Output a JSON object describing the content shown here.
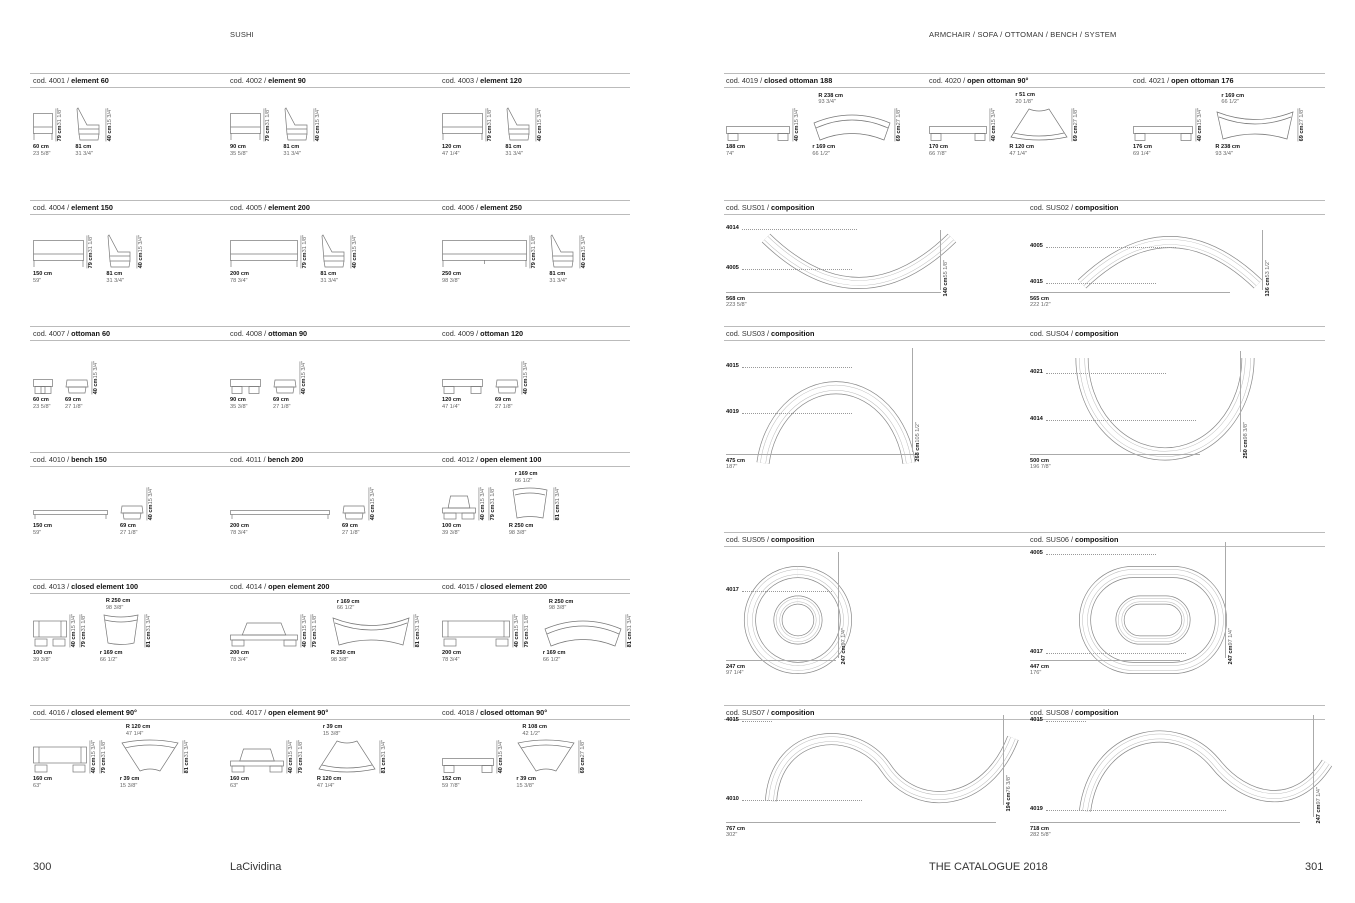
{
  "header": {
    "left": "SUSHI",
    "right": "ARMCHAIR / SOFA / OTTOMAN / BENCH / SYSTEM"
  },
  "footer": {
    "left_page": "300",
    "brand": "LaCividina",
    "catalogue": "THE CATALOGUE 2018",
    "right_page": "301"
  },
  "elements": [
    {
      "code": "cod. 4001 / ",
      "name": "element 60",
      "groups": [
        {
          "s": "front",
          "b": [
            "60 cm",
            "23 5/8\""
          ],
          "v": [
            [
              "79 cm",
              "31 1/8\""
            ]
          ]
        },
        {
          "s": "side",
          "b": [
            "81 cm",
            "31 3/4\""
          ],
          "v": [
            [
              "40 cm",
              "15 3/4\""
            ]
          ]
        }
      ]
    },
    {
      "code": "cod. 4002 / ",
      "name": "element 90",
      "groups": [
        {
          "s": "front",
          "b": [
            "90 cm",
            "35 5/8\""
          ],
          "v": [
            [
              "79 cm",
              "31 1/8\""
            ]
          ]
        },
        {
          "s": "side",
          "b": [
            "81 cm",
            "31 3/4\""
          ],
          "v": [
            [
              "40 cm",
              "15 3/4\""
            ]
          ]
        }
      ]
    },
    {
      "code": "cod. 4003 / ",
      "name": "element 120",
      "groups": [
        {
          "s": "front",
          "b": [
            "120 cm",
            "47 1/4\""
          ],
          "v": [
            [
              "79 cm",
              "31 1/8\""
            ]
          ]
        },
        {
          "s": "side",
          "b": [
            "81 cm",
            "31 3/4\""
          ],
          "v": [
            [
              "40 cm",
              "15 3/4\""
            ]
          ]
        }
      ]
    },
    {
      "code": "cod. 4004 / ",
      "name": "element 150",
      "groups": [
        {
          "s": "front",
          "b": [
            "150 cm",
            "59\""
          ],
          "v": [
            [
              "79 cm",
              "31 1/8\""
            ]
          ]
        },
        {
          "s": "side",
          "b": [
            "81 cm",
            "31 3/4\""
          ],
          "v": [
            [
              "40 cm",
              "15 3/4\""
            ]
          ]
        }
      ]
    },
    {
      "code": "cod. 4005 / ",
      "name": "element 200",
      "groups": [
        {
          "s": "front",
          "b": [
            "200 cm",
            "78 3/4\""
          ],
          "v": [
            [
              "79 cm",
              "31 1/8\""
            ]
          ]
        },
        {
          "s": "side",
          "b": [
            "81 cm",
            "31 3/4\""
          ],
          "v": [
            [
              "40 cm",
              "15 3/4\""
            ]
          ]
        }
      ]
    },
    {
      "code": "cod. 4006 / ",
      "name": "element 250",
      "groups": [
        {
          "s": "front",
          "b": [
            "250 cm",
            "98 3/8\""
          ],
          "v": [
            [
              "79 cm",
              "31 1/8\""
            ]
          ]
        },
        {
          "s": "side",
          "b": [
            "81 cm",
            "31 3/4\""
          ],
          "v": [
            [
              "40 cm",
              "15 3/4\""
            ]
          ]
        }
      ]
    },
    {
      "code": "cod. 4007 / ",
      "name": "ottoman 60",
      "groups": [
        {
          "s": "ottoman",
          "b": [
            "60 cm",
            "23 5/8\""
          ],
          "v": []
        },
        {
          "s": "ottoman-side",
          "b": [
            "69 cm",
            "27 1/8\""
          ],
          "v": [
            [
              "40 cm",
              "15 3/4\""
            ]
          ]
        }
      ]
    },
    {
      "code": "cod. 4008 / ",
      "name": "ottoman 90",
      "groups": [
        {
          "s": "ottoman",
          "b": [
            "90 cm",
            "35 3/8\""
          ],
          "v": []
        },
        {
          "s": "ottoman-side",
          "b": [
            "69 cm",
            "27 1/8\""
          ],
          "v": [
            [
              "40 cm",
              "15 3/4\""
            ]
          ]
        }
      ]
    },
    {
      "code": "cod. 4009 / ",
      "name": "ottoman 120",
      "groups": [
        {
          "s": "ottoman",
          "b": [
            "120 cm",
            "47 1/4\""
          ],
          "v": []
        },
        {
          "s": "ottoman-side",
          "b": [
            "69 cm",
            "27 1/8\""
          ],
          "v": [
            [
              "40 cm",
              "15 3/4\""
            ]
          ]
        }
      ]
    },
    {
      "code": "cod. 4010 / ",
      "name": "bench 150",
      "groups": [
        {
          "s": "bench",
          "b": [
            "150 cm",
            "59\""
          ],
          "v": []
        },
        {
          "s": "ottoman-side",
          "b": [
            "69 cm",
            "27 1/8\""
          ],
          "v": [
            [
              "40 cm",
              "15 3/4\""
            ]
          ]
        }
      ]
    },
    {
      "code": "cod. 4011 / ",
      "name": "bench 200",
      "groups": [
        {
          "s": "bench",
          "b": [
            "200 cm",
            "78 3/4\""
          ],
          "v": []
        },
        {
          "s": "ottoman-side",
          "b": [
            "69 cm",
            "27 1/8\""
          ],
          "v": [
            [
              "40 cm",
              "15 3/4\""
            ]
          ]
        }
      ]
    },
    {
      "code": "cod. 4012 / ",
      "name": "open element 100",
      "groups": [
        {
          "s": "open-front",
          "b": [
            "100 cm",
            "39 3/8\""
          ],
          "v": [
            [
              "40 cm",
              "15 3/4\""
            ],
            [
              "79 cm",
              "31 1/8\""
            ]
          ]
        },
        {
          "s": "curve-open",
          "t": [
            "r 169 cm",
            "66 1/2\""
          ],
          "b": [
            "R 250 cm",
            "98 3/8\""
          ],
          "v": [
            [
              "81 cm",
              "31 3/4\""
            ]
          ]
        }
      ]
    },
    {
      "code": "cod. 4013 / ",
      "name": "closed element 100",
      "groups": [
        {
          "s": "closed-front",
          "b": [
            "100 cm",
            "39 3/8\""
          ],
          "v": [
            [
              "40 cm",
              "15 3/4\""
            ],
            [
              "79 cm",
              "31 1/8\""
            ]
          ]
        },
        {
          "s": "curve-closed",
          "t": [
            "R 250 cm",
            "98 3/8\""
          ],
          "b": [
            "r 169 cm",
            "66 1/2\""
          ],
          "v": [
            [
              "81 cm",
              "31 3/4\""
            ]
          ]
        }
      ]
    },
    {
      "code": "cod. 4014 / ",
      "name": "open element 200",
      "groups": [
        {
          "s": "open-front",
          "b": [
            "200 cm",
            "78 3/4\""
          ],
          "v": [
            [
              "40 cm",
              "15 3/4\""
            ],
            [
              "79 cm",
              "31 1/8\""
            ]
          ]
        },
        {
          "s": "curve-wide",
          "t": [
            "r 169 cm",
            "66 1/2\""
          ],
          "b": [
            "R 250 cm",
            "98 3/8\""
          ],
          "v": [
            [
              "81 cm",
              "31 3/4\""
            ]
          ]
        }
      ]
    },
    {
      "code": "cod. 4015 / ",
      "name": "closed element 200",
      "groups": [
        {
          "s": "closed-front",
          "b": [
            "200 cm",
            "78 3/4\""
          ],
          "v": [
            [
              "40 cm",
              "15 3/4\""
            ],
            [
              "79 cm",
              "31 1/8\""
            ]
          ]
        },
        {
          "s": "curve-wide-closed",
          "t": [
            "R 250 cm",
            "98 3/8\""
          ],
          "b": [
            "r 169 cm",
            "66 1/2\""
          ],
          "v": [
            [
              "81 cm",
              "31 3/4\""
            ]
          ]
        }
      ]
    },
    {
      "code": "cod. 4016 / ",
      "name": "closed element 90°",
      "groups": [
        {
          "s": "closed-front",
          "b": [
            "160 cm",
            "63\""
          ],
          "v": [
            [
              "40 cm",
              "15 3/4\""
            ],
            [
              "79 cm",
              "31 1/8\""
            ]
          ]
        },
        {
          "s": "quarter-closed",
          "t": [
            "R 120 cm",
            "47 1/4\""
          ],
          "b": [
            "r 39 cm",
            "15 3/8\""
          ],
          "v": [
            [
              "81 cm",
              "31 3/4\""
            ]
          ]
        }
      ]
    },
    {
      "code": "cod. 4017 / ",
      "name": "open element 90°",
      "groups": [
        {
          "s": "open-front",
          "b": [
            "160 cm",
            "63\""
          ],
          "v": [
            [
              "40 cm",
              "15 3/4\""
            ],
            [
              "79 cm",
              "31 1/8\""
            ]
          ]
        },
        {
          "s": "quarter-open",
          "t": [
            "r 39 cm",
            "15 3/8\""
          ],
          "b": [
            "R 120 cm",
            "47 1/4\""
          ],
          "v": [
            [
              "81 cm",
              "31 3/4\""
            ]
          ]
        }
      ]
    },
    {
      "code": "cod. 4018 / ",
      "name": "closed ottoman 90°",
      "groups": [
        {
          "s": "ottoman",
          "b": [
            "152 cm",
            "59 7/8\""
          ],
          "v": [
            [
              "40 cm",
              "15 3/4\""
            ]
          ]
        },
        {
          "s": "quarter-closed",
          "t": [
            "R 108 cm",
            "42 1/2\""
          ],
          "b": [
            "r 39 cm",
            "15 3/8\""
          ],
          "v": [
            [
              "69 cm",
              "27 1/8\""
            ]
          ]
        }
      ]
    }
  ],
  "ottomans": [
    {
      "code": "cod. 4019 / ",
      "name": "closed ottoman 188",
      "groups": [
        {
          "s": "ottoman",
          "b": [
            "188 cm",
            "74\""
          ],
          "v": [
            [
              "40 cm",
              "15 3/4\""
            ]
          ]
        },
        {
          "s": "curve-wide-closed",
          "t": [
            "R 238 cm",
            "93 3/4\""
          ],
          "b": [
            "r 169 cm",
            "66 1/2\""
          ],
          "v": [
            [
              "69 cm",
              "27 1/8\""
            ]
          ]
        }
      ]
    },
    {
      "code": "cod. 4020 / ",
      "name": "open ottoman 90°",
      "groups": [
        {
          "s": "ottoman",
          "b": [
            "170 cm",
            "66 7/8\""
          ],
          "v": [
            [
              "40 cm",
              "15 3/4\""
            ]
          ]
        },
        {
          "s": "quarter-open",
          "t": [
            "r 51 cm",
            "20 1/8\""
          ],
          "b": [
            "R 120 cm",
            "47 1/4\""
          ],
          "v": [
            [
              "69 cm",
              "27 1/8\""
            ]
          ]
        }
      ]
    },
    {
      "code": "cod. 4021 / ",
      "name": "open ottoman 176",
      "groups": [
        {
          "s": "ottoman",
          "b": [
            "176 cm",
            "69 1/4\""
          ],
          "v": [
            [
              "40 cm",
              "15 3/4\""
            ]
          ]
        },
        {
          "s": "curve-wide",
          "t": [
            "r 169 cm",
            "66 1/2\""
          ],
          "b": [
            "R 238 cm",
            "93 3/4\""
          ],
          "v": [
            [
              "69 cm",
              "27 1/8\""
            ]
          ]
        }
      ]
    }
  ],
  "compositions": [
    {
      "code": "cod. SUS01 / ",
      "name": "composition",
      "modules": [
        "4014",
        "4005"
      ],
      "width": [
        "568 cm",
        "223 5/8\""
      ],
      "height": [
        "140 cm",
        "55 1/8\""
      ]
    },
    {
      "code": "cod. SUS02 / ",
      "name": "composition",
      "modules": [
        "4005",
        "4015"
      ],
      "width": [
        "565 cm",
        "222 1/2\""
      ],
      "height": [
        "136 cm",
        "53 1/2\""
      ]
    },
    {
      "code": "cod. SUS03 / ",
      "name": "composition",
      "modules": [
        "4015",
        "4019"
      ],
      "width": [
        "475 cm",
        "187\""
      ],
      "height": [
        "268 cm",
        "105 1/2\""
      ]
    },
    {
      "code": "cod. SUS04 / ",
      "name": "composition",
      "modules": [
        "4021",
        "4014"
      ],
      "width": [
        "500 cm",
        "196 7/8\""
      ],
      "height": [
        "250 cm",
        "98 3/8\""
      ]
    },
    {
      "code": "cod. SUS05 / ",
      "name": "composition",
      "modules": [
        "4017"
      ],
      "width": [
        "247 cm",
        "97 1/4\""
      ],
      "height": [
        "247 cm",
        "97 1/4\""
      ]
    },
    {
      "code": "cod. SUS06 / ",
      "name": "composition",
      "modules": [
        "4005",
        "4017"
      ],
      "width": [
        "447 cm",
        "176\""
      ],
      "height": [
        "247 cm",
        "97 1/4\""
      ]
    },
    {
      "code": "cod. SUS07 / ",
      "name": "composition",
      "modules": [
        "4015",
        "4010"
      ],
      "width": [
        "767 cm",
        "302\""
      ],
      "height": [
        "194 cm",
        "76 3/8\""
      ]
    },
    {
      "code": "cod. SUS08 / ",
      "name": "composition",
      "modules": [
        "4015",
        "4019"
      ],
      "width": [
        "718 cm",
        "282 5/8\""
      ],
      "height": [
        "247 cm",
        "97 1/4\""
      ]
    }
  ]
}
